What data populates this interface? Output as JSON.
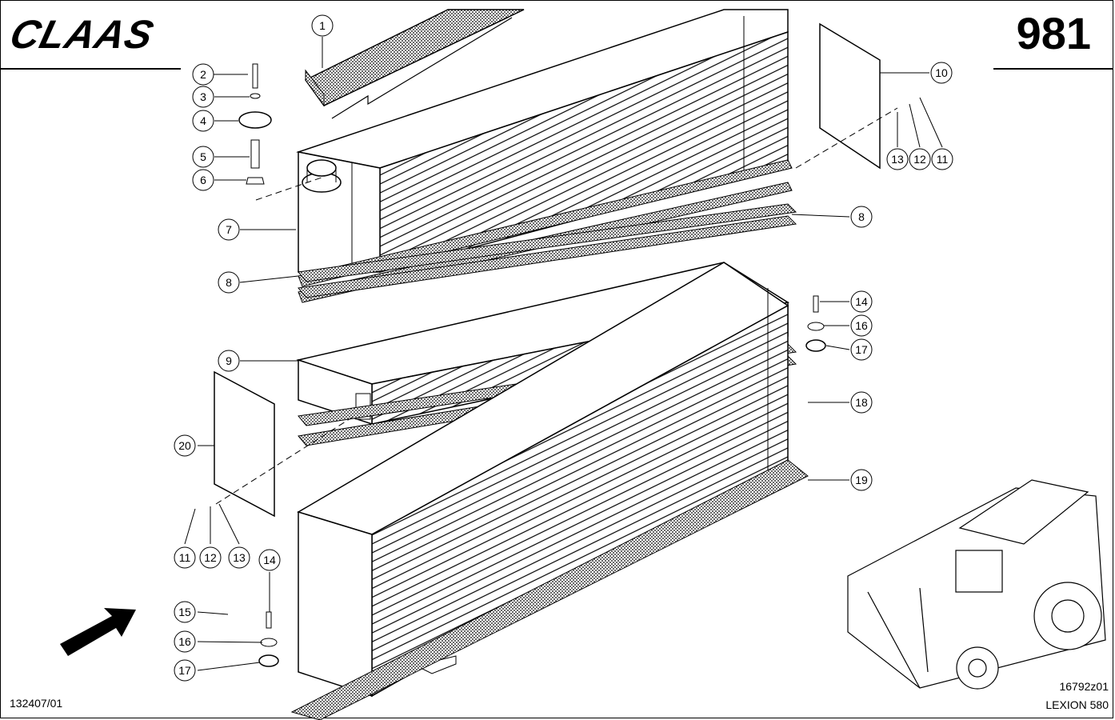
{
  "header": {
    "logo_text": "CLAAS",
    "page_number": "981"
  },
  "footer": {
    "drawing_id": "132407/01",
    "figure_code": "16792z01",
    "model": "LEXION 580"
  },
  "callouts": [
    {
      "id": "c1",
      "label": "1"
    },
    {
      "id": "c2",
      "label": "2"
    },
    {
      "id": "c3",
      "label": "3"
    },
    {
      "id": "c4",
      "label": "4"
    },
    {
      "id": "c5",
      "label": "5"
    },
    {
      "id": "c6",
      "label": "6"
    },
    {
      "id": "c7",
      "label": "7"
    },
    {
      "id": "c8a",
      "label": "8"
    },
    {
      "id": "c8b",
      "label": "8"
    },
    {
      "id": "c9",
      "label": "9"
    },
    {
      "id": "c10",
      "label": "10"
    },
    {
      "id": "c11a",
      "label": "11"
    },
    {
      "id": "c12a",
      "label": "12"
    },
    {
      "id": "c13a",
      "label": "13"
    },
    {
      "id": "c14a",
      "label": "14"
    },
    {
      "id": "c16a",
      "label": "16"
    },
    {
      "id": "c17a",
      "label": "17"
    },
    {
      "id": "c18",
      "label": "18"
    },
    {
      "id": "c19",
      "label": "19"
    },
    {
      "id": "c20",
      "label": "20"
    },
    {
      "id": "c11b",
      "label": "11"
    },
    {
      "id": "c12b",
      "label": "12"
    },
    {
      "id": "c13b",
      "label": "13"
    },
    {
      "id": "c14b",
      "label": "14"
    },
    {
      "id": "c15",
      "label": "15"
    },
    {
      "id": "c16b",
      "label": "16"
    },
    {
      "id": "c17b",
      "label": "17"
    }
  ]
}
